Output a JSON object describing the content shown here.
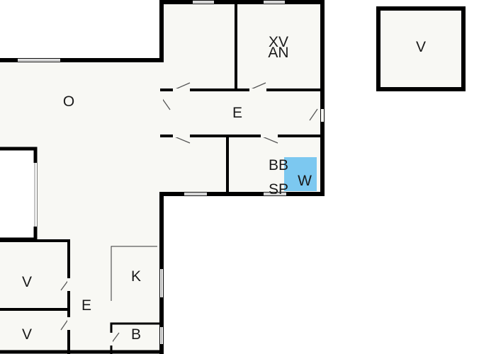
{
  "colors": {
    "wall": "#000000",
    "floor": "#f8f8f4",
    "background": "#ffffff",
    "window": "#ffffff",
    "door": "#555555",
    "washer": "#7cc8f0"
  },
  "labels": {
    "living": "O",
    "hall_top": "E",
    "hall_bottom": "E",
    "room_top_right_1": "XV",
    "room_top_right_2": "AN",
    "bath_1": "BB",
    "bath_2": "SP",
    "washer": "W",
    "shed": "V",
    "kitchen": "K",
    "bedroom_1": "V",
    "bedroom_2": "V",
    "bath_small": "B"
  }
}
